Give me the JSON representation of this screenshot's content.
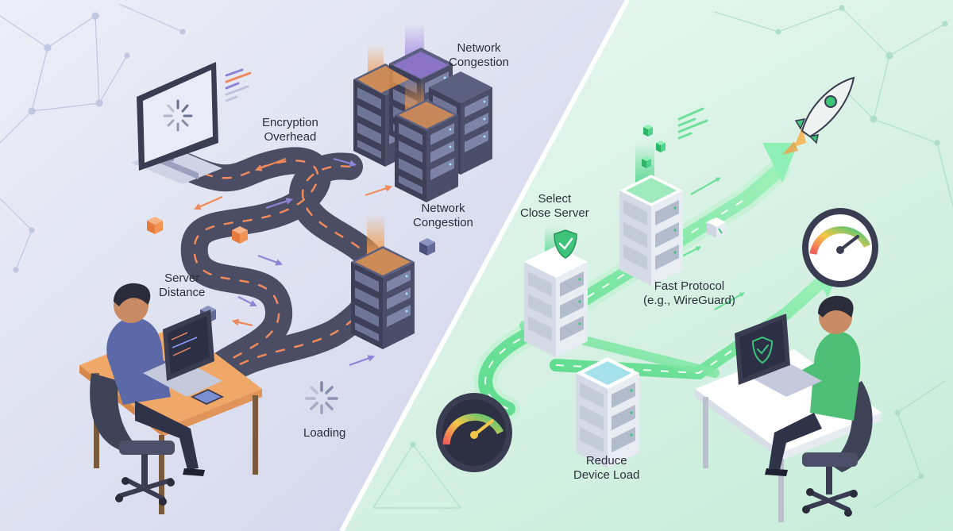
{
  "labels": {
    "network_congestion_top": "Network\nCongestion",
    "encryption_overhead": "Encryption\nOverhead",
    "network_congestion_mid": "Network\nCongestion",
    "server_distance": "Server\nDistance",
    "loading": "Loading",
    "select_close_server": "Select\nClose Server",
    "fast_protocol": "Fast Protocol\n(e.g., WireGuard)",
    "reduce_device_load": "Reduce\nDevice Load"
  },
  "colors": {
    "left_bg": "#dcdff0",
    "right_bg": "#d4f0e4",
    "road": "#4a4d63",
    "road_arrows": "#f08a5d",
    "green_path": "#5fdc8f",
    "accent_orange": "#f39a4a",
    "accent_purple": "#9b7ae0",
    "shield": "#3ec47a"
  },
  "icons": [
    "loading-spinner-icon",
    "monitor-icon",
    "server-rack-icon",
    "laptop-icon",
    "shield-check-icon",
    "rocket-icon",
    "speedometer-icon",
    "person-icon",
    "desk-icon",
    "office-chair-icon"
  ]
}
